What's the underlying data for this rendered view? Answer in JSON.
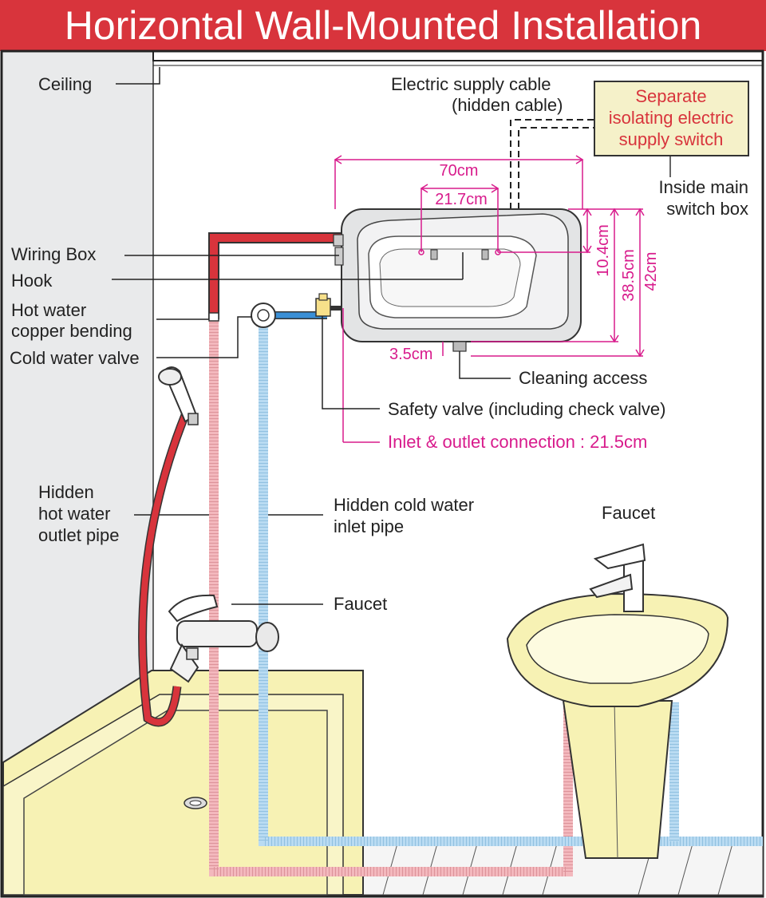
{
  "title": "Horizontal Wall-Mounted Installation",
  "labels": {
    "ceiling": "Ceiling",
    "electric_cable_1": "Electric supply cable",
    "electric_cable_2": "(hidden cable)",
    "switch_1": "Separate",
    "switch_2": "isolating electric",
    "switch_3": "supply switch",
    "inside_main_1": "Inside main",
    "inside_main_2": "switch box",
    "wiring_box": "Wiring Box",
    "hook": "Hook",
    "hot_water_1": "Hot water",
    "hot_water_2": "copper bending",
    "cold_valve": "Cold water valve",
    "cleaning_access": "Cleaning access",
    "safety_valve": "Safety valve (including check valve)",
    "inlet_outlet": "Inlet & outlet connection : 21.5cm",
    "hidden_hot_1": "Hidden",
    "hidden_hot_2": "hot water",
    "hidden_hot_3": "outlet pipe",
    "hidden_cold_1": "Hidden cold water",
    "hidden_cold_2": "inlet pipe",
    "faucet_shower": "Faucet",
    "faucet_sink": "Faucet"
  },
  "dimensions": {
    "width_total": "70cm",
    "width_hooks": "21.7cm",
    "height_hook": "10.4cm",
    "height_body": "38.5cm",
    "height_total": "42cm",
    "bottom_gap": "3.5cm"
  },
  "colors": {
    "title_bar": "#d8343c",
    "dimension": "#d81b8c",
    "hot_pipe": "#d8343c",
    "hot_pipe_hidden": "#f3b8bd",
    "cold_pipe": "#3a8fd6",
    "cold_pipe_hidden": "#b9dbf2",
    "fixture_yellow": "#f7f2b4",
    "wall_gray": "#e9eaeb",
    "switch_box": "#f5f1c9"
  }
}
